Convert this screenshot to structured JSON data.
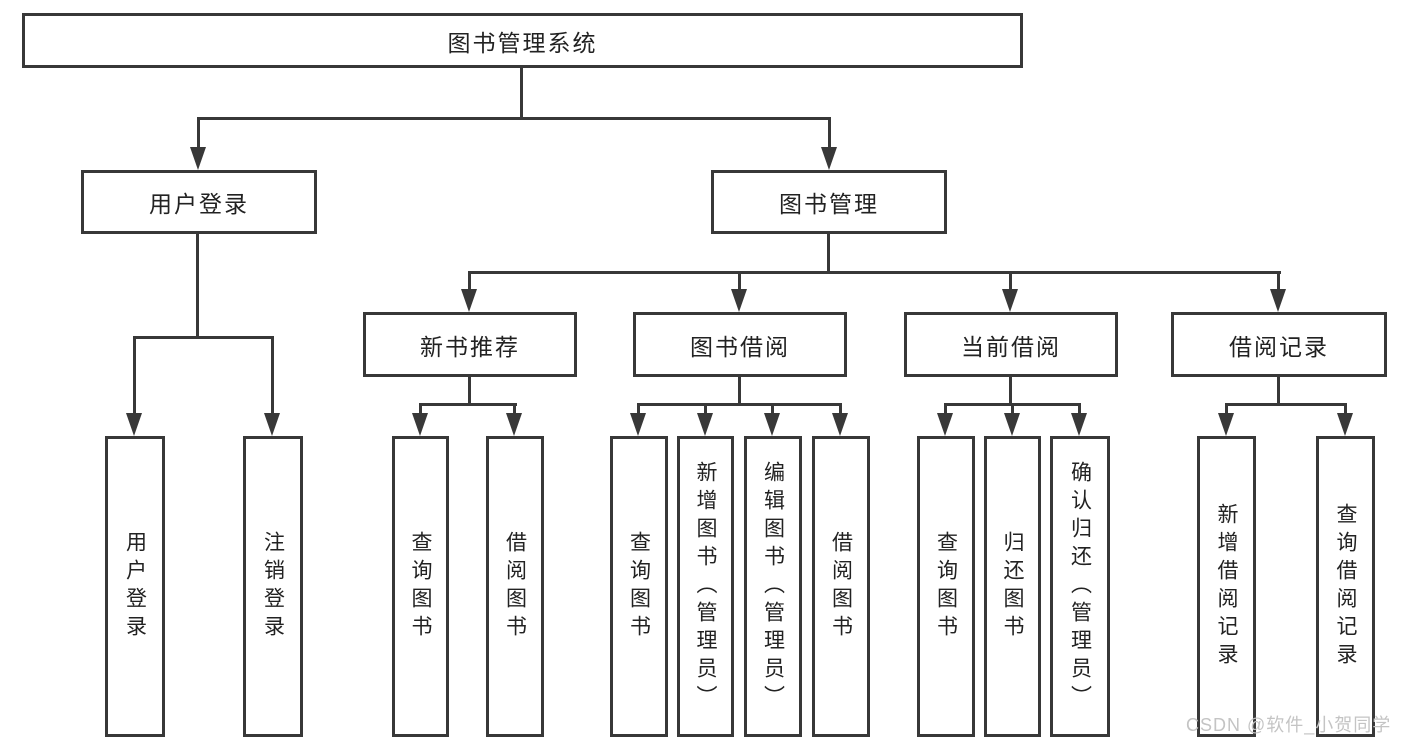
{
  "diagram": {
    "root": "图书管理系统",
    "user_login": "用户登录",
    "book_management": "图书管理",
    "user_login_children": [
      "用户登录",
      "注销登录"
    ],
    "modules": [
      "新书推荐",
      "图书借阅",
      "当前借阅",
      "借阅记录"
    ],
    "new_book_children": [
      "查询图书",
      "借阅图书"
    ],
    "book_borrow_children": [
      "查询图书",
      "新增图书（管理员）",
      "编辑图书（管理员）",
      "借阅图书"
    ],
    "current_borrow_children": [
      "查询图书",
      "归还图书",
      "确认归还（管理员）"
    ],
    "borrow_record_children": [
      "新增借阅记录",
      "查询借阅记录"
    ]
  },
  "watermark": "CSDN @软件_小贺同学",
  "colors": {
    "line": "#383838",
    "text": "#222222",
    "watermark": "#c4c4c4",
    "background": "#ffffff"
  }
}
